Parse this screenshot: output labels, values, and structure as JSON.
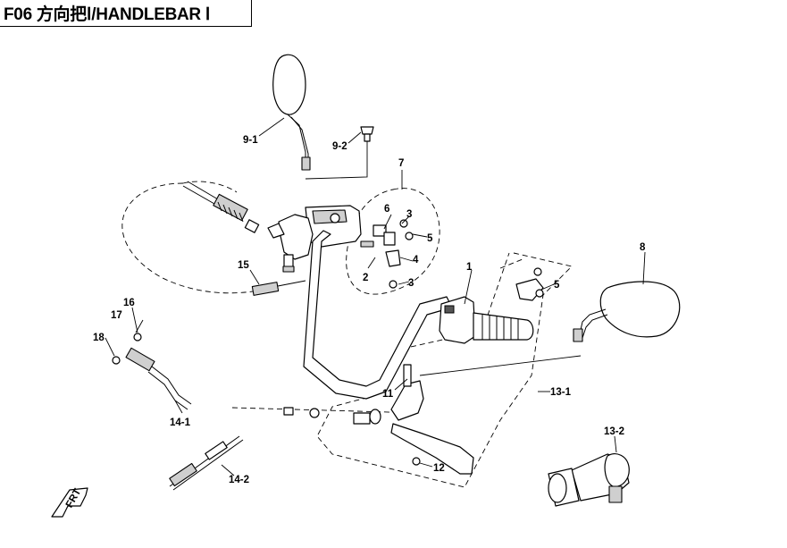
{
  "title": "F06 方向把Ⅰ/HANDLEBAR Ⅰ",
  "callouts": [
    "1",
    "2",
    "3",
    "3",
    "4",
    "5",
    "5",
    "6",
    "7",
    "8",
    "9-1",
    "9-2",
    "11",
    "12",
    "13-1",
    "13-2",
    "14-1",
    "14-2",
    "15",
    "16",
    "17",
    "18"
  ],
  "front_mark": "FRT"
}
